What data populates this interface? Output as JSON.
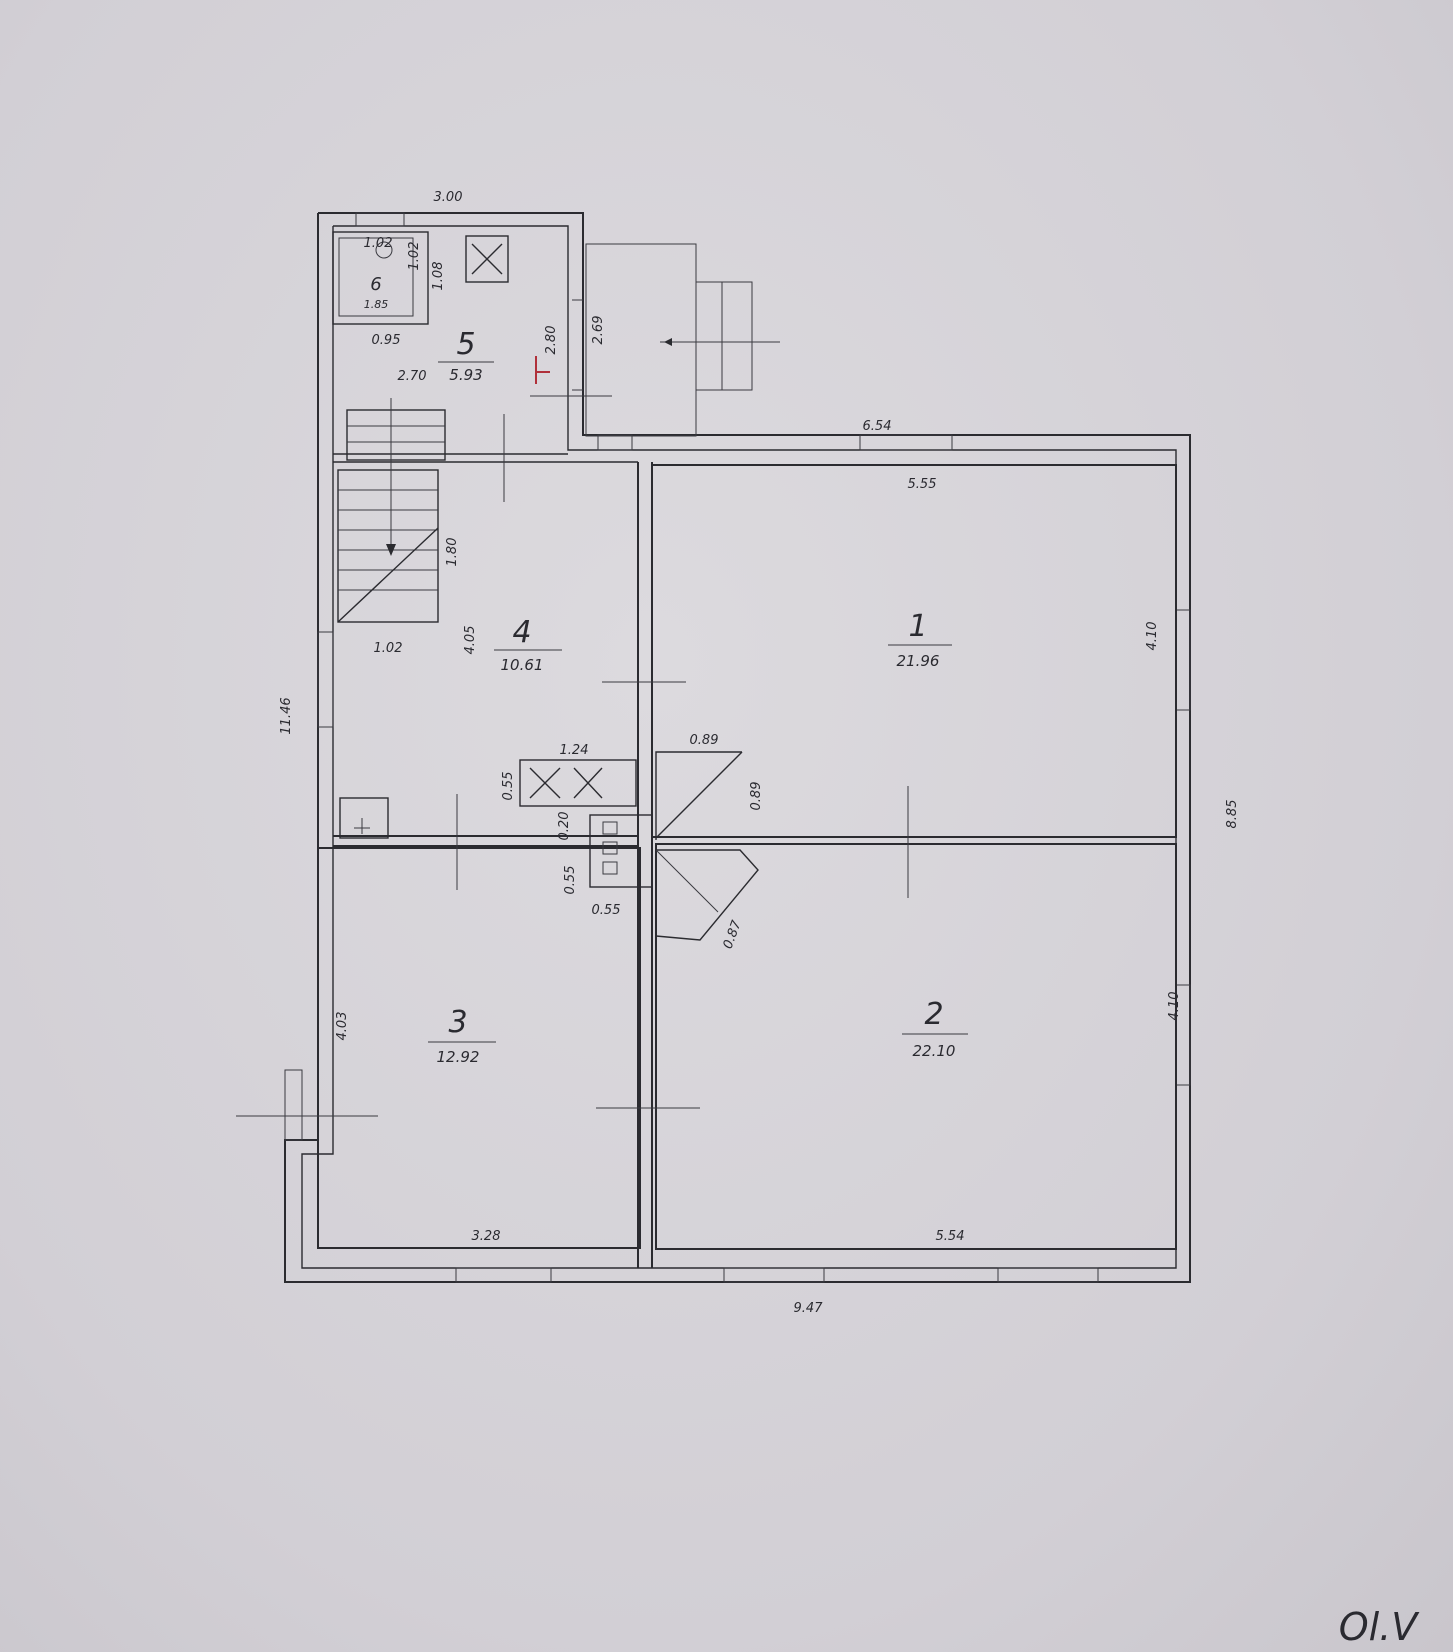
{
  "rooms": [
    {
      "number": "1",
      "area": "21.96"
    },
    {
      "number": "2",
      "area": "22.10"
    },
    {
      "number": "3",
      "area": "12.92"
    },
    {
      "number": "4",
      "area": "10.61"
    },
    {
      "number": "5",
      "area": "5.93"
    },
    {
      "number": "6",
      "area": "1.85"
    }
  ],
  "dimensions": {
    "overall_width": "9.47",
    "overall_height_left": "11.46",
    "overall_height_right": "8.85",
    "top_annex_width": "3.00",
    "top_main_width": "6.54",
    "room1_width": "5.55",
    "room1_height": "4.10",
    "room2_width": "5.54",
    "room2_height": "4.10",
    "room3_width": "3.28",
    "room3_height": "4.03",
    "room4_height": "4.05",
    "room5_width": "2.70",
    "room5_height": "2.80",
    "porch_height": "2.69",
    "stair_height": "1.80",
    "stair_width": "1.02",
    "stove_width": "1.24",
    "stove_depth": "0.55",
    "stove_gap": "0.20",
    "chimney_width": "0.55",
    "chimney_height": "0.55",
    "diag_a": "0.89",
    "diag_b": "0.89",
    "diag_c": "0.87",
    "bath_w": "1.08",
    "bath_h": "1.02",
    "bath_small": "0.95",
    "bath_small2": "1.02"
  },
  "signature": "Ol.V"
}
